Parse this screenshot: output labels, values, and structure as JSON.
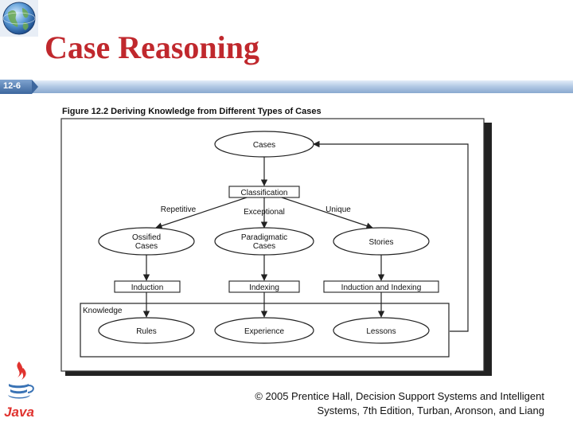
{
  "slide": {
    "title": "Case Reasoning",
    "number": "12-6",
    "credit_line1": "© 2005  Prentice Hall, Decision Support Systems and Intelligent",
    "credit_line2": "Systems, 7th Edition, Turban, Aronson, and Liang"
  },
  "figure": {
    "caption": "Figure 12.2  Deriving Knowledge from Different Types of Cases",
    "top_node": "Cases",
    "classification": "Classification",
    "branch_labels": {
      "left": "Repetitive",
      "center": "Exceptional",
      "right": "Unique"
    },
    "case_types": [
      {
        "line1": "Ossified",
        "line2": "Cases"
      },
      {
        "line1": "Paradigmatic",
        "line2": "Cases"
      },
      {
        "line1": "Stories",
        "line2": ""
      }
    ],
    "methods": [
      "Induction",
      "Indexing",
      "Induction and Indexing"
    ],
    "knowledge_label": "Knowledge",
    "knowledge_types": [
      "Rules",
      "Experience",
      "Lessons"
    ]
  },
  "colors": {
    "title": "#c0282d",
    "bar": "#9fb9d6",
    "bar_dark": "#5a82b0",
    "java_red": "#e0332f",
    "java_blue": "#3a73b5"
  }
}
